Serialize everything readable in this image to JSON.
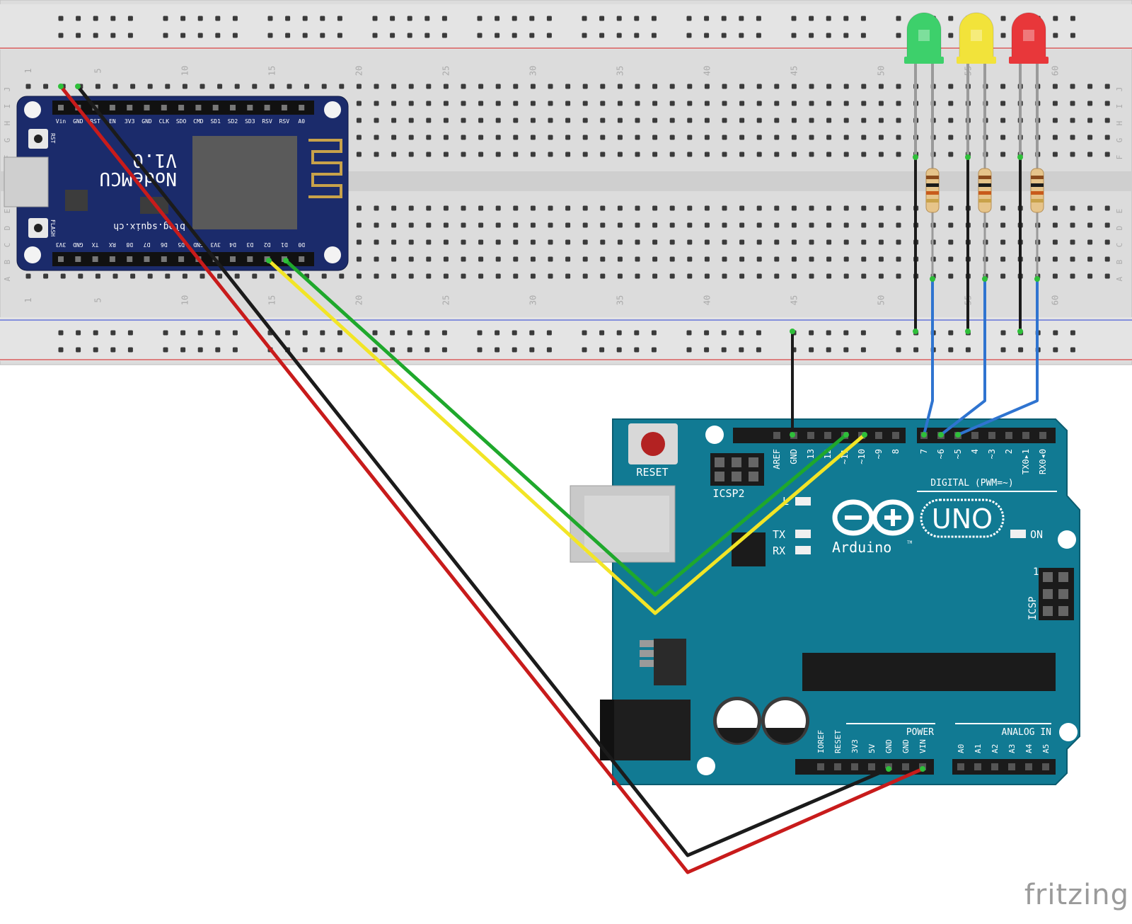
{
  "breadboard": {
    "col_numbers": [
      "1",
      "5",
      "10",
      "15",
      "20",
      "25",
      "30",
      "35",
      "40",
      "45",
      "50",
      "55",
      "60"
    ],
    "row_letters_top": [
      "J",
      "I",
      "H",
      "G",
      "F"
    ],
    "row_letters_bottom": [
      "E",
      "D",
      "C",
      "B",
      "A"
    ]
  },
  "nodemcu": {
    "top_pins": [
      "Vin",
      "GND",
      "RST",
      "EN",
      "3V3",
      "GND",
      "CLK",
      "SDO",
      "CMD",
      "SD1",
      "SD2",
      "SD3",
      "RSV",
      "RSV",
      "A0"
    ],
    "bottom_pins": [
      "3V3",
      "GND",
      "TX",
      "RX",
      "D8",
      "D7",
      "D6",
      "D5",
      "GND",
      "3V3",
      "D4",
      "D3",
      "D2",
      "D1",
      "D0"
    ],
    "title": "NodeMCU",
    "version": "V1.0",
    "site": "blog.squix.ch",
    "rst_label": "RST",
    "flash_label": "FLASH"
  },
  "leds": [
    {
      "name": "green",
      "color": "#3dd06b"
    },
    {
      "name": "yellow",
      "color": "#f2e33a"
    },
    {
      "name": "red",
      "color": "#e8373a"
    }
  ],
  "arduino": {
    "reset_label": "RESET",
    "icsp2_label": "ICSP2",
    "digital_label": "DIGITAL (PWM=~)",
    "digital_pins": [
      "AREF",
      "GND",
      "13",
      "12",
      "~11",
      "~10",
      "~9",
      "8",
      "7",
      "~6",
      "~5",
      "4",
      "~3",
      "2",
      "TX0▸1",
      "RX0◂0"
    ],
    "l_label": "L",
    "tx_label": "TX",
    "rx_label": "RX",
    "on_label": "ON",
    "logo_text": "UNO",
    "brand": "Arduino",
    "tm": "TM",
    "icsp_label": "ICSP",
    "icsp_pin1": "1",
    "power_label": "POWER",
    "power_pins": [
      "IOREF",
      "RESET",
      "3V3",
      "5V",
      "GND",
      "GND",
      "VIN"
    ],
    "analog_label": "ANALOG IN",
    "analog_pins": [
      "A0",
      "A1",
      "A2",
      "A3",
      "A4",
      "A5"
    ]
  },
  "watermark": "fritzing"
}
